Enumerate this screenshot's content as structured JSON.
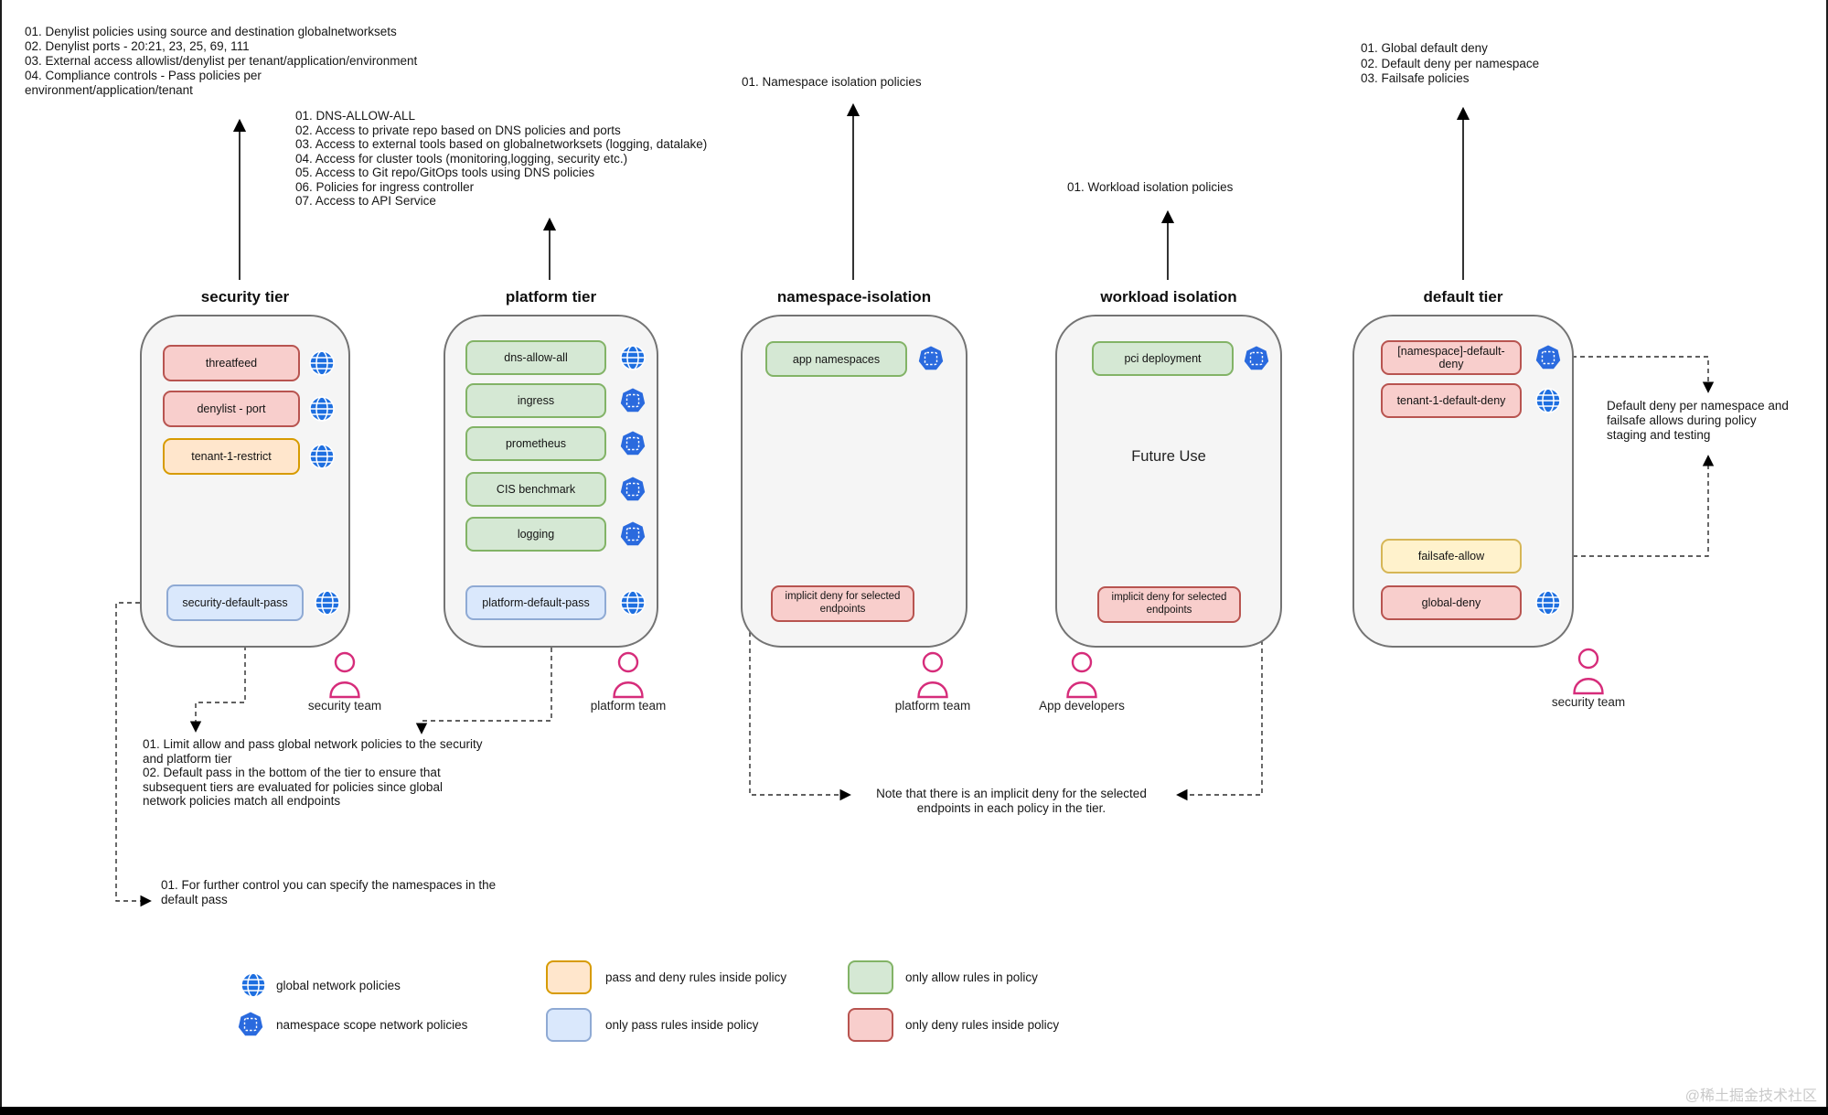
{
  "watermark": "@稀土掘金技术社区",
  "notes": {
    "security_tier": "01. Denylist policies using source and destination globalnetworksets\n02. Denylist ports - 20:21, 23, 25, 69, 111\n03. External access allowlist/denylist per tenant/application/environment\n04. Compliance controls - Pass policies per\nenvironment/application/tenant",
    "platform_tier": "01. DNS-ALLOW-ALL\n02. Access to private repo based on DNS policies and ports\n03. Access to external tools based on globalnetworksets (logging, datalake)\n04. Access for cluster tools (monitoring,logging, security etc.)\n05. Access to Git repo/GitOps tools using DNS policies\n06. Policies for ingress controller\n07. Access to API Service",
    "namespace_isolation": "01. Namespace isolation policies",
    "workload_isolation": "01. Workload isolation policies",
    "default_tier": "01. Global default deny\n02. Default deny per namespace\n03. Failsafe policies",
    "tier_guidance": "01. Limit allow and pass global network policies to the security\nand platform tier\n02. Default pass in the bottom of the tier to ensure that\nsubsequent tiers are evaluated for policies since global\nnetwork policies match all endpoints",
    "default_pass": "01. For further control you can specify the namespaces in the\ndefault pass",
    "implicit_deny": "Note that there is an implicit deny for the selected\nendpoints in each policy in the tier.",
    "staging": "Default deny per namespace and\nfailsafe allows during policy\nstaging and testing"
  },
  "tiers": [
    {
      "title": "security tier",
      "policies": [
        {
          "label": "threatfeed",
          "style": "deny",
          "icon": "global"
        },
        {
          "label": "denylist - port",
          "style": "deny",
          "icon": "global"
        },
        {
          "label": "tenant-1-restrict",
          "style": "pass-deny",
          "icon": "global"
        },
        {
          "label": "security-default-pass",
          "style": "pass",
          "icon": "global"
        }
      ]
    },
    {
      "title": "platform tier",
      "policies": [
        {
          "label": "dns-allow-all",
          "style": "allow",
          "icon": "global"
        },
        {
          "label": "ingress",
          "style": "allow",
          "icon": "namespace"
        },
        {
          "label": "prometheus",
          "style": "allow",
          "icon": "namespace"
        },
        {
          "label": "CIS benchmark",
          "style": "allow",
          "icon": "namespace"
        },
        {
          "label": "logging",
          "style": "allow",
          "icon": "namespace"
        },
        {
          "label": "platform-default-pass",
          "style": "pass",
          "icon": "global"
        }
      ]
    },
    {
      "title": "namespace-isolation",
      "policies": [
        {
          "label": "app namespaces",
          "style": "allow",
          "icon": "namespace"
        },
        {
          "label": "implicit deny for selected endpoints",
          "style": "deny",
          "icon": "none"
        }
      ]
    },
    {
      "title": "workload isolation",
      "center_text": "Future Use",
      "policies": [
        {
          "label": "pci deployment",
          "style": "allow",
          "icon": "namespace"
        },
        {
          "label": "implicit deny for selected endpoints",
          "style": "deny",
          "icon": "none"
        }
      ]
    },
    {
      "title": "default tier",
      "policies": [
        {
          "label": "[namespace]-default-deny",
          "style": "deny",
          "icon": "namespace"
        },
        {
          "label": "tenant-1-default-deny",
          "style": "deny",
          "icon": "global"
        },
        {
          "label": "failsafe-allow",
          "style": "failsafe",
          "icon": "none"
        },
        {
          "label": "global-deny",
          "style": "deny",
          "icon": "global"
        }
      ]
    }
  ],
  "teams": [
    "security team",
    "platform team",
    "platform team",
    "App developers",
    "security team"
  ],
  "legend": {
    "items": [
      {
        "icon": "global",
        "label": "global network policies"
      },
      {
        "icon": "namespace",
        "label": "namespace scope network policies"
      },
      {
        "swatch": "pass-deny",
        "label": "pass and deny rules inside policy"
      },
      {
        "swatch": "pass",
        "label": "only pass rules inside policy"
      },
      {
        "swatch": "allow",
        "label": "only allow rules in policy"
      },
      {
        "swatch": "deny",
        "label": "only deny rules inside policy"
      }
    ]
  },
  "colors": {
    "global_policy_icon": "#1e6fe0",
    "namespace_policy_icon": "#2a6ade",
    "team_icon": "#d62c7a",
    "allow_fill": "#d5e8d4",
    "allow_stroke": "#82b366",
    "deny_fill": "#f8cecc",
    "deny_stroke": "#b85450",
    "pass_fill": "#dae8fc",
    "pass_stroke": "#8faad4",
    "pass_deny_fill": "#ffe6cc",
    "pass_deny_stroke": "#d79b00",
    "failsafe_fill": "#fff2cc",
    "failsafe_stroke": "#d6b656"
  }
}
